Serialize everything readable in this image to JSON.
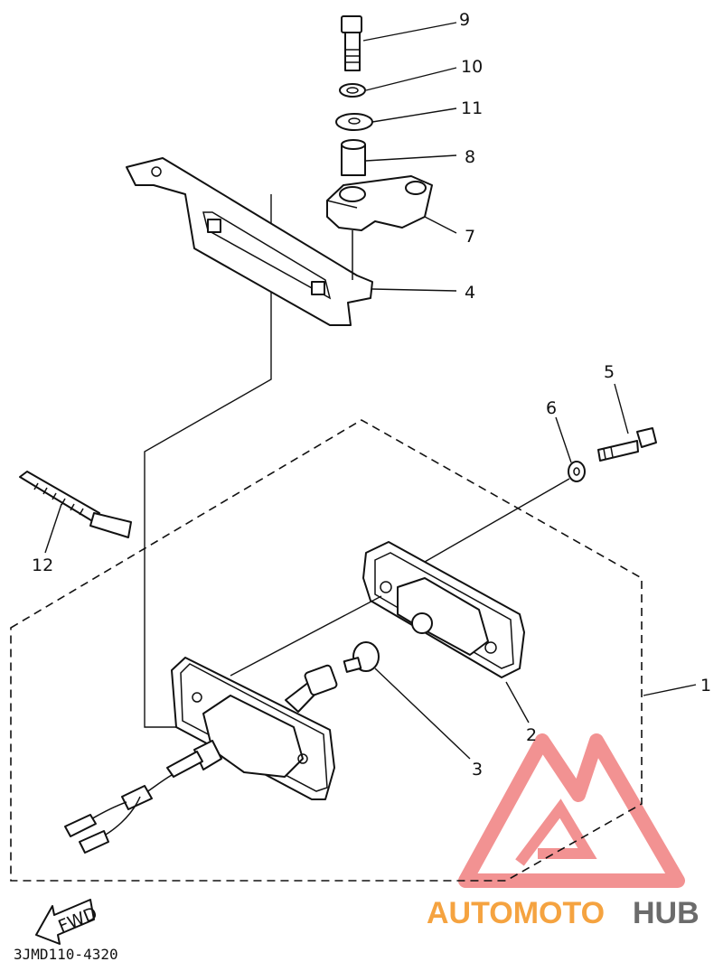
{
  "callouts": {
    "c1": "1",
    "c2": "2",
    "c3": "3",
    "c4": "4",
    "c5": "5",
    "c6": "6",
    "c7": "7",
    "c8": "8",
    "c9": "9",
    "c10": "10",
    "c11": "11",
    "c12": "12"
  },
  "fwd_label": "FWD",
  "diagram_code": "3JMD110-4320",
  "watermark": {
    "part1": "AUTOMOTO",
    "part2": "HUB"
  },
  "colors": {
    "watermark_red": "#f08080",
    "watermark_orange": "#f5a340",
    "watermark_gray": "#6b6b6b",
    "line": "#111111"
  }
}
